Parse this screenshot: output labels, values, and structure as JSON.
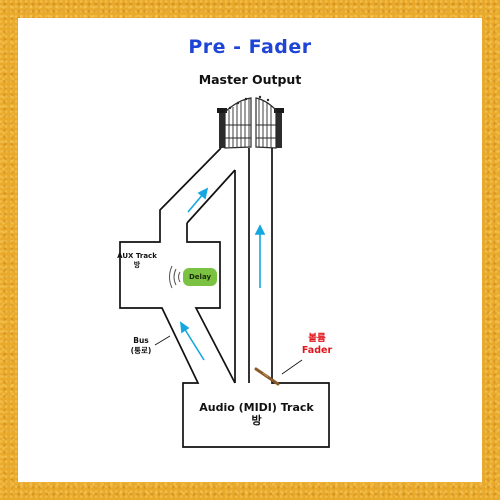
{
  "title": "Pre - Fader",
  "master_label": "Master Output",
  "aux_label": {
    "line1": "AUX Track",
    "line2": "방"
  },
  "delay_label": "Delay",
  "bus_label": {
    "line1": "Bus",
    "line2": "(통로)"
  },
  "fader_label": {
    "line1": "볼륨",
    "line2": "Fader"
  },
  "audio_label": {
    "line1": "Audio (MIDI) Track",
    "line2": "방"
  },
  "colors": {
    "title": "#1f45d6",
    "arrow": "#16a6e0",
    "fader_text": "#e0151b",
    "delay_button": "#7cc242",
    "border": "#e9a92a"
  },
  "icons": [
    "gate-icon",
    "wifi-signal-icon",
    "fader-slider-icon"
  ]
}
